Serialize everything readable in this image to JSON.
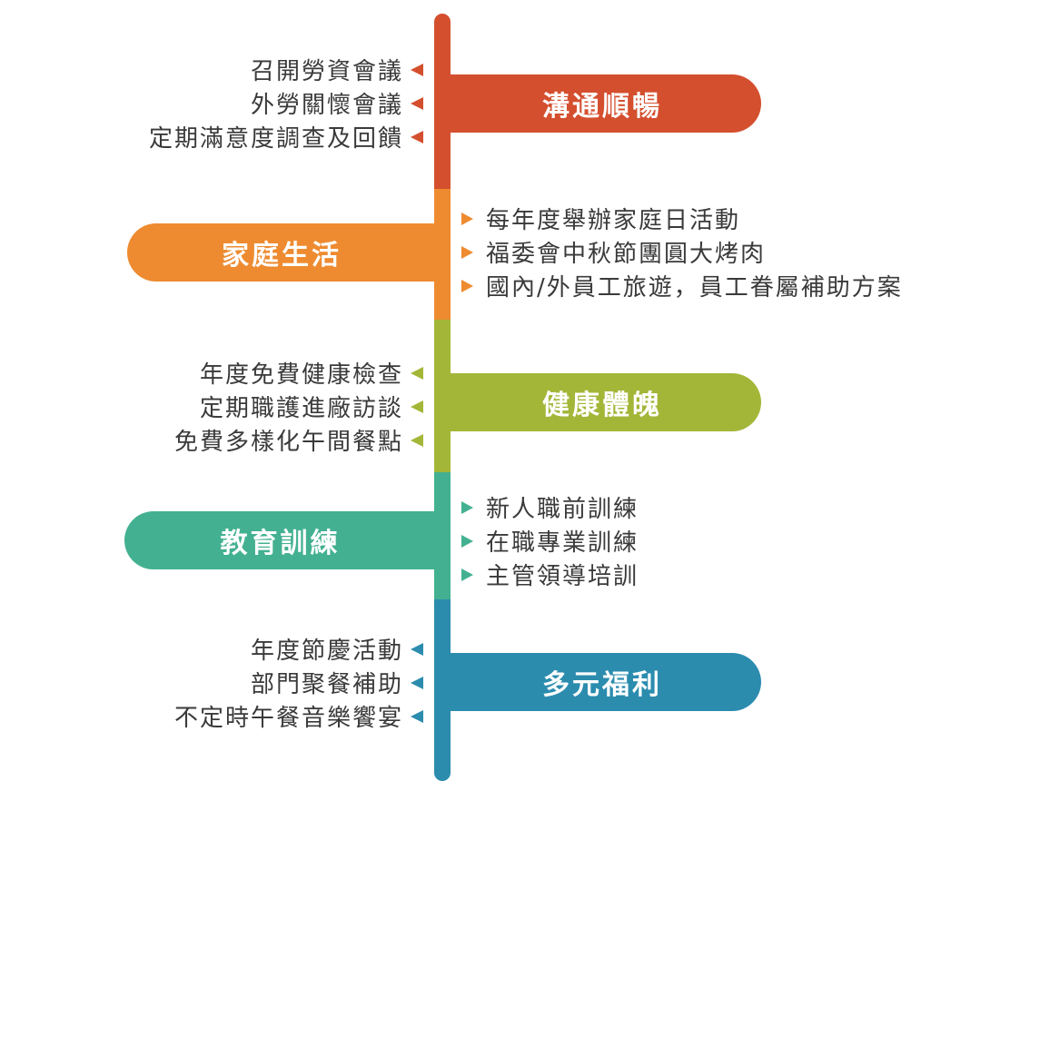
{
  "sections": [
    {
      "title": "溝通順暢",
      "color": "#d44f2e",
      "items": [
        "召開勞資會議",
        "外勞關懷會議",
        "定期滿意度調查及回饋"
      ]
    },
    {
      "title": "家庭生活",
      "color": "#ee8b30",
      "items": [
        "每年度舉辦家庭日活動",
        "福委會中秋節團圓大烤肉",
        "國內/外員工旅遊，員工眷屬補助方案"
      ]
    },
    {
      "title": "健康體魄",
      "color": "#a4b638",
      "items": [
        "年度免費健康檢查",
        "定期職護進廠訪談",
        "免費多樣化午間餐點"
      ]
    },
    {
      "title": "教育訓練",
      "color": "#43b191",
      "items": [
        "新人職前訓練",
        "在職專業訓練",
        "主管領導培訓"
      ]
    },
    {
      "title": "多元福利",
      "color": "#2b8cae",
      "items": [
        "年度節慶活動",
        "部門聚餐補助",
        "不定時午餐音樂饗宴"
      ]
    }
  ]
}
